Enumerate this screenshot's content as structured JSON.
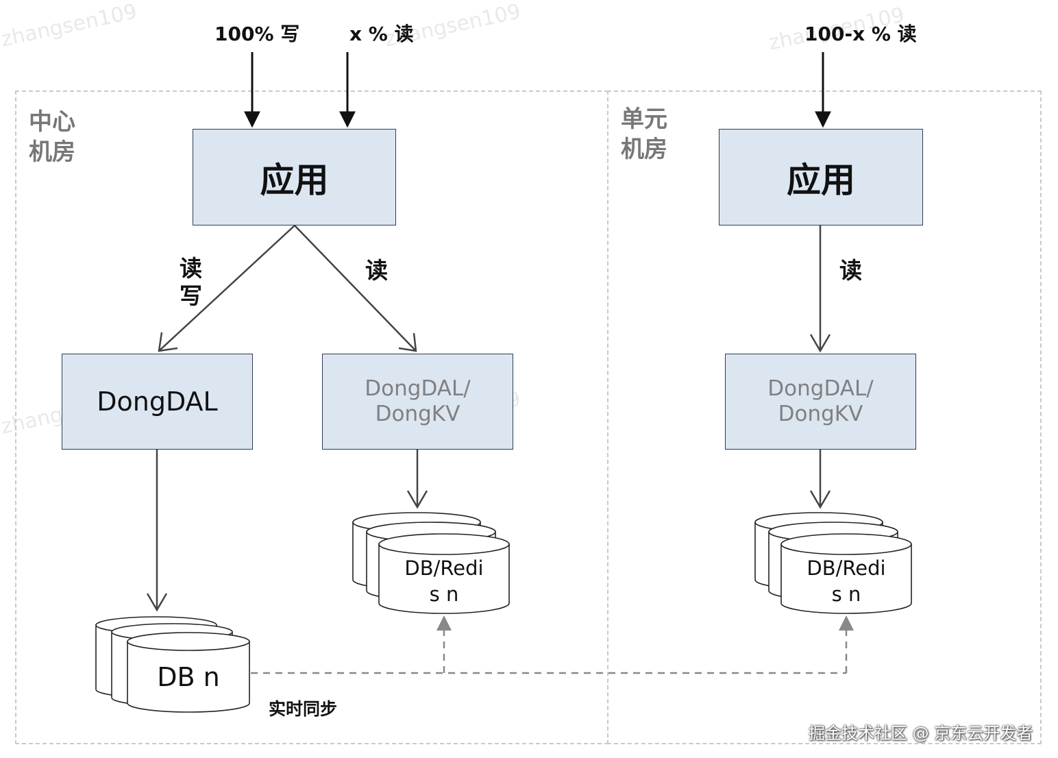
{
  "watermark": "zhangsen109",
  "inputs": {
    "write_100": "100% 写",
    "read_x": "x % 读",
    "read_100_minus_x": "100-x % 读"
  },
  "regions": {
    "center": {
      "title": "中心机房"
    },
    "unit": {
      "title": "单元机房"
    }
  },
  "center": {
    "app_label": "应用",
    "edge_rw_label": "读写",
    "edge_read_label": "读",
    "dongdal_label": "DongDAL",
    "dongkv_label": "DongDAL/\nDongKV",
    "db_label": "DB n",
    "redis_label": "DB/Redi\ns n"
  },
  "unit": {
    "app_label": "应用",
    "edge_read_label": "读",
    "dongkv_label": "DongDAL/\nDongKV",
    "redis_label": "DB/Redi\ns n"
  },
  "sync_label": "实时同步",
  "footer": "掘金技术社区 @ 京东云开发者",
  "colors": {
    "box_fill": "#dce6f1",
    "box_border": "#2e3a55",
    "region_border": "#c9c9c9",
    "region_title": "#777777",
    "arrow": "#444444",
    "sync_arrow": "#888888"
  }
}
